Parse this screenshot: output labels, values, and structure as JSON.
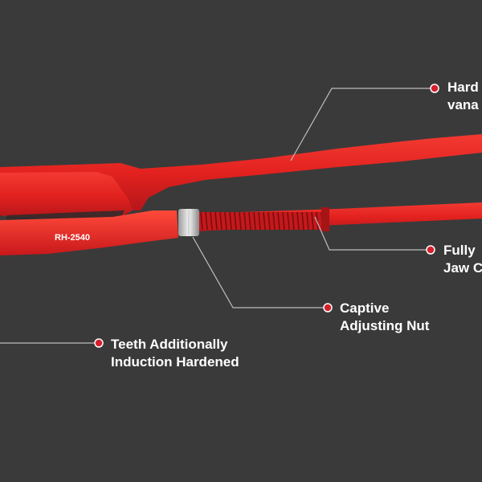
{
  "product": {
    "model_marking": "RH-2540",
    "handle_color": "#e8252a",
    "background_color": "#3a3a3a"
  },
  "callouts": {
    "hardened": {
      "line1": "Hard",
      "line2": "vana"
    },
    "fully": {
      "line1": "Fully",
      "line2": "Jaw C"
    },
    "captive_nut": {
      "line1": "Captive",
      "line2": "Adjusting Nut"
    },
    "teeth": {
      "line1": "Teeth Additionally",
      "line2": "Induction Hardened"
    }
  },
  "marker_color": "#d3202b",
  "icons": [
    "callout-dot-icon"
  ]
}
